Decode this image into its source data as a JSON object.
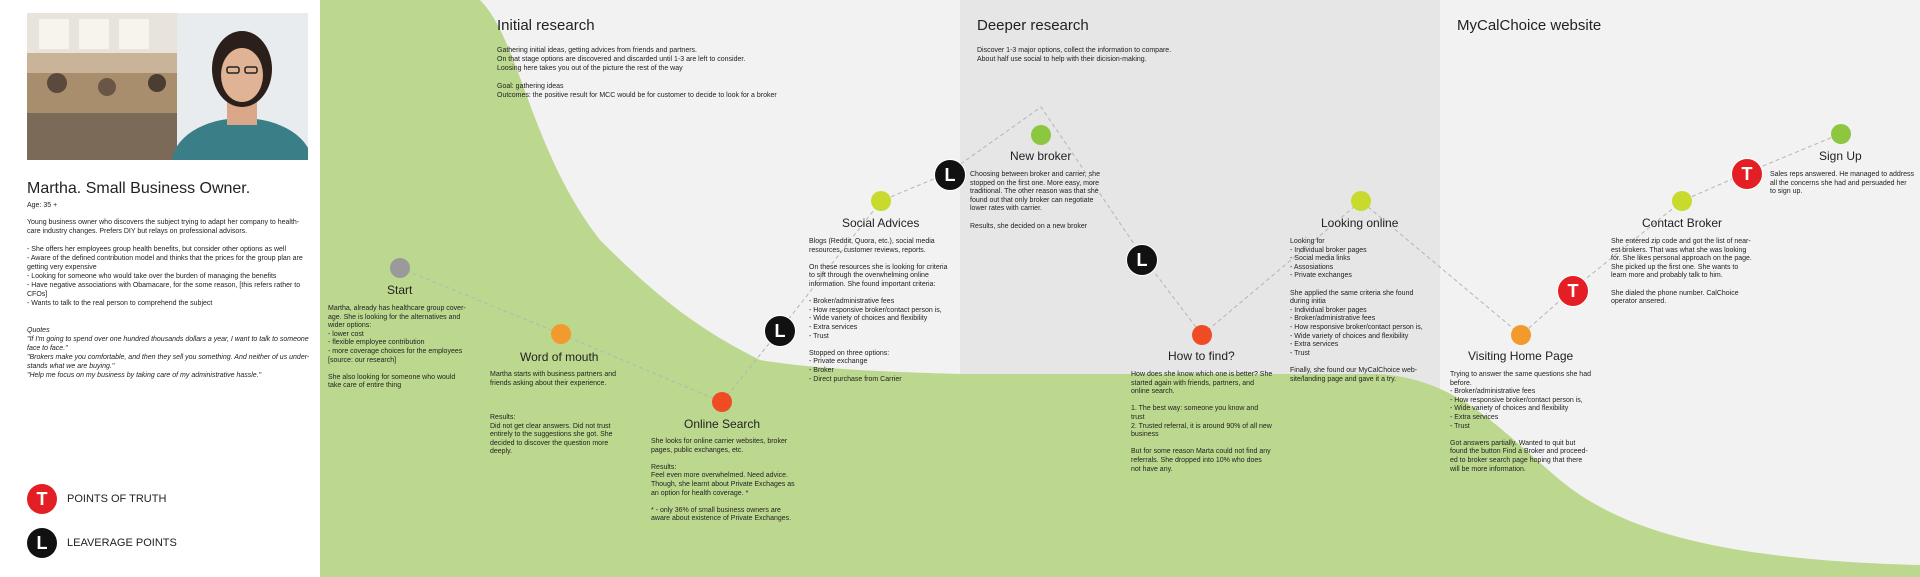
{
  "persona": {
    "name": "Martha. Small Business Owner.",
    "age": "Age: 35 +",
    "description": "Young business owner who discovers the subject trying to adapt her company to health-\ncare industry changes. Prefers DIY but relays on professional advisors.\n\n- She offers her employees group health benefits, but consider other options as well\n- Aware of the defined contribution model and thinks that the prices for the group plan are\ngetting very expensive\n- Looking for someone who would take over the burden of managing the benefits\n- Have negative associations with Obamacare, for the some reason, [this refers rather to\nCFOs]\n- Wants to talk to the real person to comprehend the subject",
    "quotes": "Quotes\n\"If I'm going to spend over one hundred thousands dollars a year, I want to talk to someone\nface to face.\"\n\"Brokers make you comfortable, and then they sell you something. And neither of us under-\nstands what we are buying.\"\n\"Help me focus on my business by taking care of my administrative hassle.\""
  },
  "legend": {
    "truth_label": "POINTS OF TRUTH",
    "truth_icon": "T",
    "leverage_label": "LEAVERAGE POINTS",
    "leverage_icon": "L"
  },
  "colors": {
    "green": "#bcd88f",
    "grey_node": "#9a9a9a",
    "orange_node": "#f29a2e",
    "red_node": "#ef4b25",
    "lime_node": "#c8da2b",
    "green_node": "#8dc63f",
    "truth_red": "#e31e24",
    "leverage_black": "#111111"
  },
  "phases": [
    {
      "title": "Initial research",
      "desc": "Gathering initial ideas, getting advices from friends and partners.\nOn that stage options are discovered and discarded until 1-3 are left to consider.\nLoosing here takes you out of the picture the rest of the way\n\nGoal: gathering ideas\nOutcomes: the positive result for MCC would be for customer to decide to look for a broker"
    },
    {
      "title": "Deeper research",
      "desc": "Discover 1-3 major options, collect the information to compare.\nAbout half use social to help with their dicision-making."
    },
    {
      "title": "MyCalChoice website",
      "desc": ""
    }
  ],
  "stages": [
    {
      "title": "Start",
      "desc": "Martha, already has healthcare group cover-\nage. She is looking for the alternatives and\nwider options:\n- lower cost\n- flexible employee contribution\n- more coverage choices for the employees\n[source: our research]\n\nShe also looking for someone who would\ntake care of entire thing"
    },
    {
      "title": "Word of mouth",
      "desc": "Martha starts with business partners and\nfriends asking about their experience.\n\n\n\nResults:\nDid not get clear answers. Did not trust\nentirely to the suggestions she got. She\ndecided to discover the question more\ndeeply."
    },
    {
      "title": "Online Search",
      "desc": "She looks for online carrier websites, broker\npages, public exchanges, etc.\n\nResults:\nFeel even more overwhelmed. Need advice.\nThough, she learnt about Private Exchages as\nan option for health coverage. *\n\n* - only 36% of small business owners are\naware about existence of Private Exchanges."
    },
    {
      "title": "Social Advices",
      "desc": "Blogs (Reddit, Quora, etc.), social media\nresources, customer reviews, reports.\n\nOn these resources she is looking for criteria\nto sift through the overwhelming online\ninformation. She found important criteria:\n\n- Broker/administrative fees\n- How responsive broker/contact person is,\n- Wide variety of choices and flexibility\n- Extra services\n- Trust\n\nStopped on three options:\n- Private exchange\n- Broker\n- Direct purchase from Carrier"
    },
    {
      "title": "New broker",
      "desc": "Choosing between broker and carrier, she\nstopped on the first one. More easy, more\ntraditional. The other reason was that she\nfound out that only broker can negotiate\nlower rates with carrier.\n\nResults, she decided on a new broker"
    },
    {
      "title": "How to find?",
      "desc": "How does she know which one is better? She\nstarted again with friends, partners, and\nonline search.\n\n1. The best way: someone you know and\ntrust\n2. Trusted referral, it is around 90% of all new\nbusiness\n\nBut for some reason Marta could not find any\nreferrals. She dropped into 10% who does\nnot have any."
    },
    {
      "title": "Looking online",
      "desc": "Looking for\n- Individual broker pages\n- Social media links\n- Assosiations\n- Private exchanges\n\nShe applied the same criteria she found\nduring initia\n- Individual broker pages\n- Broker/administrative fees\n- How responsive broker/contact person is,\n- Wide variety of choices and flexibility\n- Extra services\n- Trust\n\nFinally, she found our MyCalChoice web-\nsite/landing page and gave it a try."
    },
    {
      "title": "Visiting Home Page",
      "desc": "Trying to answer the same questions she had\nbefore.\n- Broker/administrative fees\n- How responsive broker/contact person is,\n- Wide variety of choices and flexibility\n- Extra services\n- Trust\n\nGot answers partially. Wanted to quit but\nfound the button Find a Broker and proceed-\ned to broker search page hoping that there\nwill be more information."
    },
    {
      "title": "Contact Broker",
      "desc": "She entered zip code and got the list of near-\nest brokers. That was what she was looking\nfor. She likes personal approach on the page.\nShe picked up the first one. She wants to\nlearn more and probably talk to him.\n\nShe dialed the phone number. CalChoice\noperator ansered."
    },
    {
      "title": "Sign Up",
      "desc": "Sales reps answered. He managed to address\nall the concerns she had and persuaded her\nto sign up."
    }
  ],
  "markers": {
    "leverage": "L",
    "truth": "T"
  }
}
